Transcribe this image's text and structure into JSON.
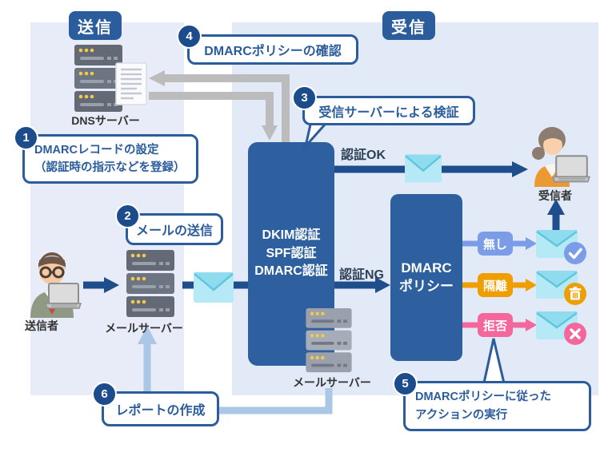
{
  "headers": {
    "send": "送信",
    "receive": "受信"
  },
  "nodes": {
    "dns_server": "DNSサーバー",
    "sender": "送信者",
    "sender_mail_server": "メールサーバー",
    "receiver_mail_server": "メールサーバー",
    "recipient": "受信者"
  },
  "auth_box": {
    "line1": "DKIM認証",
    "line2": "SPF認証",
    "line3": "DMARC認証"
  },
  "policy_box": {
    "line1": "DMARC",
    "line2": "ポリシー"
  },
  "flow_labels": {
    "auth_ok": "認証OK",
    "auth_ng": "認証NG"
  },
  "steps": [
    {
      "num": "1",
      "line1": "DMARCレコードの設定",
      "line2": "（認証時の指示などを登録）"
    },
    {
      "num": "2",
      "line1": "メールの送信"
    },
    {
      "num": "3",
      "line1": "受信サーバーによる検証"
    },
    {
      "num": "4",
      "line1": "DMARCポリシーの確認"
    },
    {
      "num": "5",
      "line1": "DMARCポリシーに従った",
      "line2": "アクションの実行"
    },
    {
      "num": "6",
      "line1": "レポートの作成"
    }
  ],
  "outcomes": [
    {
      "label": "無し",
      "color": "#7b9de8",
      "icon": "check-icon"
    },
    {
      "label": "隔離",
      "color": "#f09d00",
      "icon": "trash-icon"
    },
    {
      "label": "拒否",
      "color": "#f4679c",
      "icon": "cross-icon"
    }
  ],
  "colors": {
    "navy": "#2b5c9c",
    "box_blue": "#2e5f9e",
    "arrow_blue": "#1f4e8c",
    "gray_arrow": "#bcbcbc",
    "light_arrow": "#aac7e6",
    "panel_left": "#e8ecf8",
    "panel_right": "#e2eaf8",
    "envelope_cyan": "#9fdff0",
    "ok_blue": "#7b9de8",
    "quarantine_orange": "#f09d00",
    "reject_pink": "#f4679c"
  }
}
